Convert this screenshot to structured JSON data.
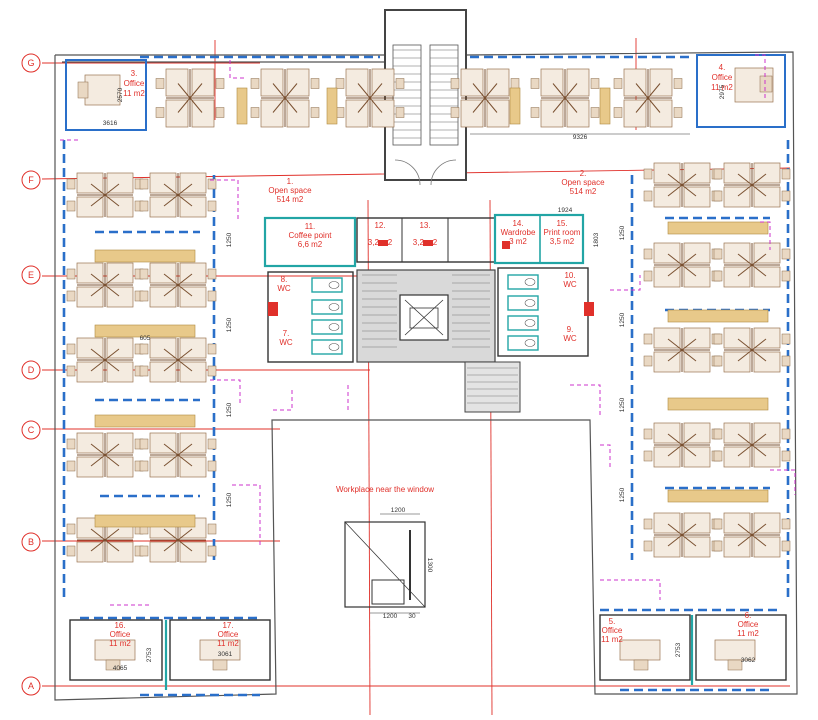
{
  "colors": {
    "label": "#e0302a",
    "window": "#2a6fc9",
    "glass": "#22a5a5",
    "zone": "#cc33cc",
    "desk": "#9a7450",
    "cabinet": "#e8c98a"
  },
  "axes": [
    "G",
    "F",
    "E",
    "D",
    "C",
    "B",
    "A"
  ],
  "rooms": {
    "office3": {
      "num": "3.",
      "name": "Office",
      "area": "11 m2"
    },
    "office4": {
      "num": "4.",
      "name": "Office",
      "area": "11 m2"
    },
    "open1": {
      "num": "1.",
      "name": "Open space",
      "area": "514 m2"
    },
    "open2": {
      "num": "2.",
      "name": "Open space",
      "area": "514 m2"
    },
    "coffee": {
      "num": "11.",
      "name": "Coffee point",
      "area": "6,6 m2"
    },
    "r12": {
      "num": "12.",
      "area": "3,2 m2"
    },
    "r13": {
      "num": "13.",
      "area": "3,2 m2"
    },
    "wardrobe": {
      "num": "14.",
      "name": "Wardrobe",
      "area": "3 m2"
    },
    "print": {
      "num": "15.",
      "name": "Print room",
      "area": "3,5 m2"
    },
    "wc8": {
      "num": "8.",
      "name": "WC"
    },
    "wc7": {
      "num": "7.",
      "name": "WC"
    },
    "wc10": {
      "num": "10.",
      "name": "WC"
    },
    "wc9": {
      "num": "9.",
      "name": "WC"
    },
    "office16": {
      "num": "16.",
      "name": "Office",
      "area": "11 m2"
    },
    "office17": {
      "num": "17.",
      "name": "Office",
      "area": "11 m2"
    },
    "office5": {
      "num": "5.",
      "name": "Office",
      "area": "11 m2"
    },
    "office6": {
      "num": "6.",
      "name": "Office",
      "area": "11 m2"
    }
  },
  "window_note": "Workplace near the window",
  "dims": {
    "d9326": "9326",
    "d3616": "3616",
    "d2570": "2570",
    "d2975": "2975",
    "d1924": "1924",
    "d1803": "1803",
    "d1250": "1250",
    "d605": "605",
    "d1200": "1200",
    "d30": "30",
    "d1300": "1300",
    "d4065": "4065",
    "d2753": "2753",
    "d3061": "3061",
    "d3062": "3062"
  }
}
